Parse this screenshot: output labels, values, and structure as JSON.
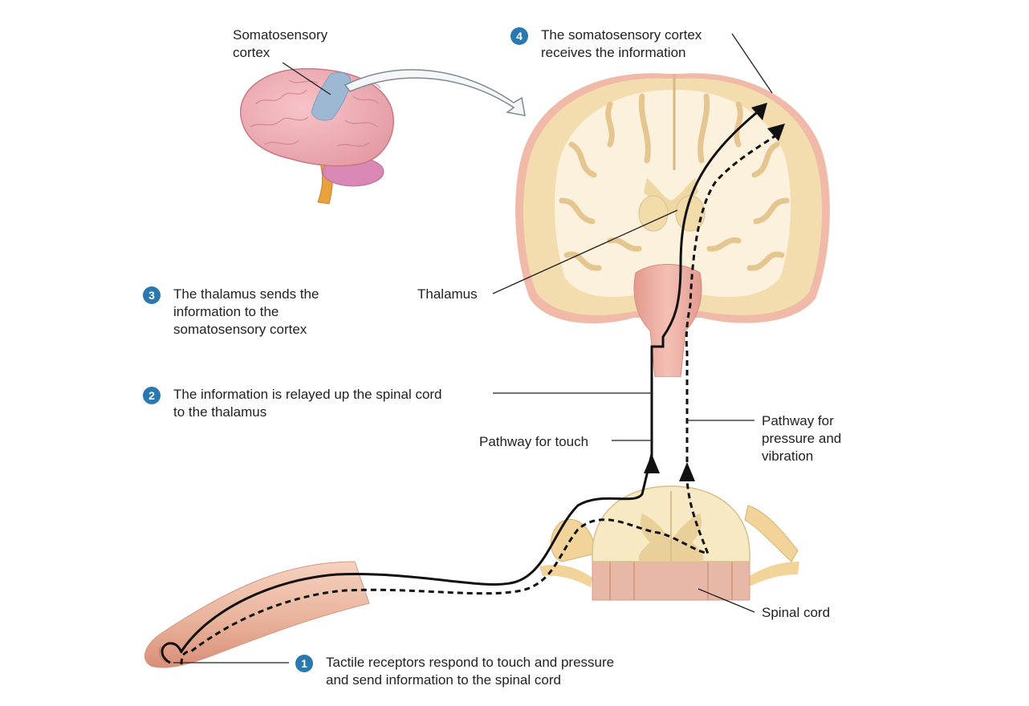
{
  "labels": {
    "somatosensory_cortex_small": [
      "Somatosensory",
      "cortex"
    ],
    "thalamus": "Thalamus",
    "pathway_touch": "Pathway for touch",
    "pathway_pressure": [
      "Pathway for",
      "pressure and",
      "vibration"
    ],
    "spinal_cord": "Spinal cord"
  },
  "steps": [
    {
      "number": "1",
      "lines": [
        "Tactile receptors respond to touch and pressure",
        "and send information to the spinal cord"
      ]
    },
    {
      "number": "2",
      "lines": [
        "The information is relayed up the spinal cord",
        "to the thalamus"
      ]
    },
    {
      "number": "3",
      "lines": [
        "The thalamus sends the",
        "information to the",
        "somatosensory cortex"
      ]
    },
    {
      "number": "4",
      "lines": [
        "The somatosensory cortex",
        "receives the information"
      ]
    }
  ],
  "colors": {
    "step_badge": "#2a78ad",
    "brain_section": "#f3dcae",
    "white_matter": "#fbf1dc",
    "cortex_edge": "#f0b9a8",
    "brainstem": "#e8a79c",
    "small_brain": "#f2aeb4",
    "somatosensory_area": "#9db8d2",
    "finger": "#eab7a1",
    "spinal_cord": "#f7e9c4",
    "pathway": "#111111"
  }
}
